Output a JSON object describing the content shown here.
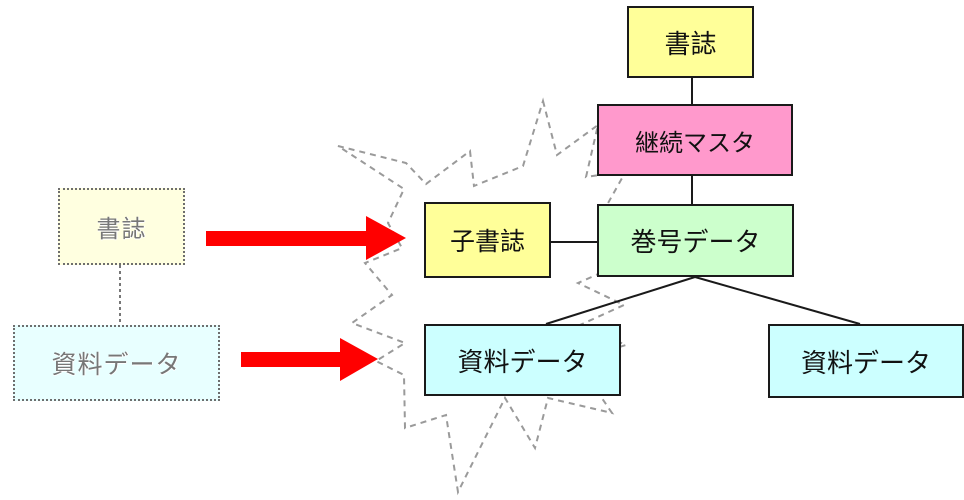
{
  "nodes": {
    "shoshi_top": {
      "label": "書誌",
      "fill": "#ffff99"
    },
    "keizoku_master": {
      "label": "継続マスタ",
      "fill": "#ff99cc"
    },
    "kango_data": {
      "label": "巻号データ",
      "fill": "#ccffcc"
    },
    "ko_shoshi": {
      "label": "子書誌",
      "fill": "#ffff99"
    },
    "shiryo_mid": {
      "label": "資料データ",
      "fill": "#ccffff"
    },
    "shiryo_right": {
      "label": "資料データ",
      "fill": "#ccffff"
    },
    "shoshi_old": {
      "label": "書誌",
      "fill": "#ffffe0"
    },
    "shiryo_old": {
      "label": "資料データ",
      "fill": "#e8ffff"
    }
  },
  "colors": {
    "arrow": "#ff0000",
    "line": "#1a1a1a",
    "burst": "#9a9a9a"
  }
}
